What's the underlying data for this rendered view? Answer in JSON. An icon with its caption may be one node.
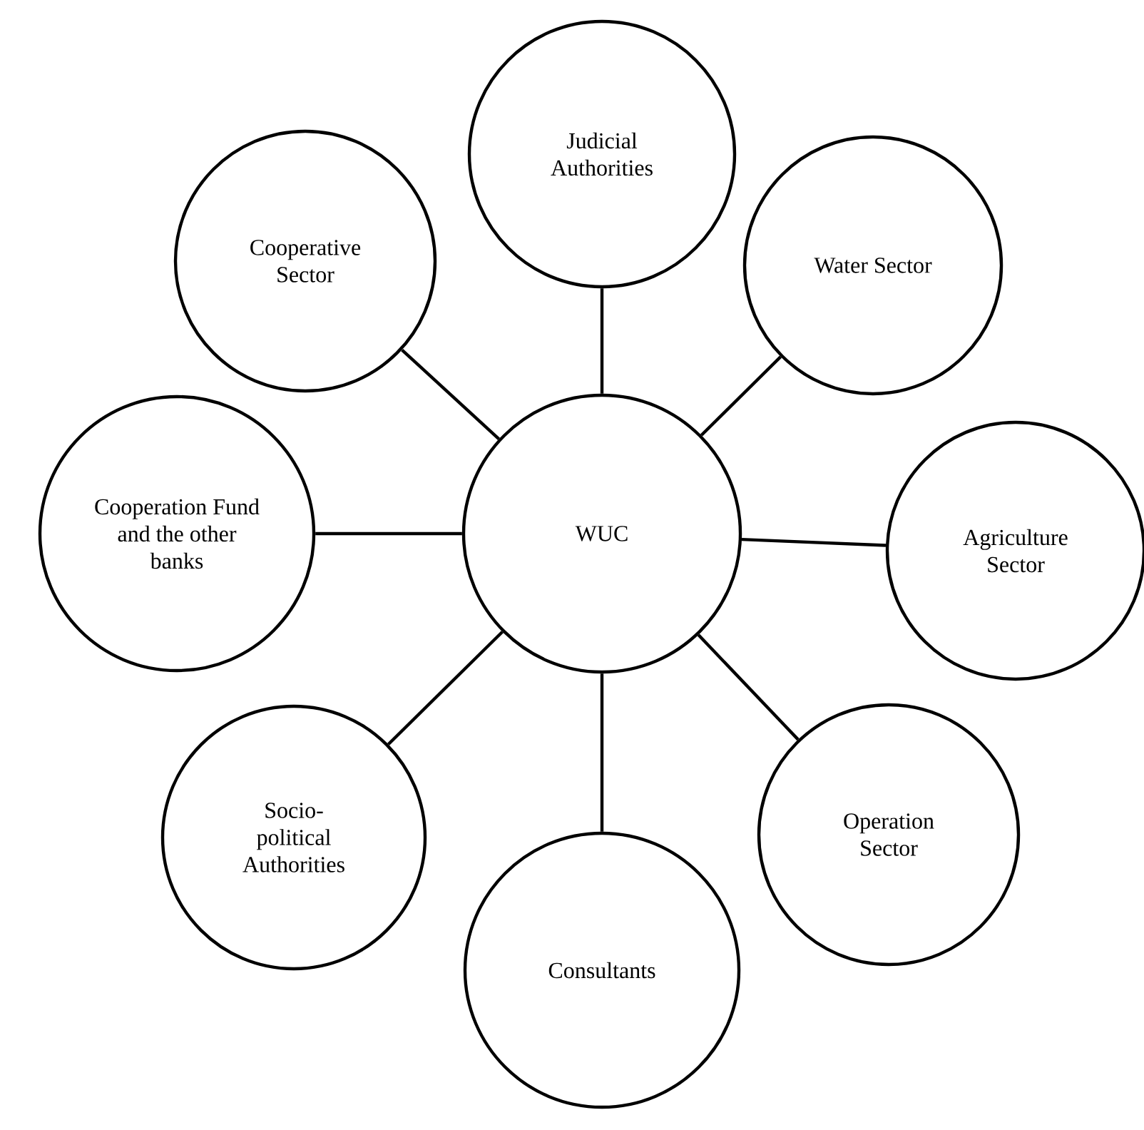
{
  "diagram": {
    "nodes": [
      {
        "text": [
          "WUC"
        ]
      },
      {
        "text": [
          "Judicial Authorities"
        ]
      },
      {
        "text": [
          "Water Sector"
        ]
      },
      {
        "text": [
          "Agriculture Sector"
        ]
      },
      {
        "text": [
          "Operation Sector"
        ]
      },
      {
        "text": [
          "Consultants"
        ]
      },
      {
        "text": [
          "Socio-political Authorities"
        ]
      },
      {
        "text": [
          "Cooperation Fund and the other banks"
        ]
      },
      {
        "text": [
          "Cooperative Sector"
        ]
      }
    ],
    "edges": [
      {
        "from": 0,
        "to": 1,
        "arrow": "none"
      },
      {
        "from": 0,
        "to": 2,
        "arrow": "none"
      },
      {
        "from": 0,
        "to": 3,
        "arrow": "none"
      },
      {
        "from": 0,
        "to": 4,
        "arrow": "none"
      },
      {
        "from": 0,
        "to": 5,
        "arrow": "none"
      },
      {
        "from": 0,
        "to": 6,
        "arrow": "none"
      },
      {
        "from": 0,
        "to": 7,
        "arrow": "none"
      },
      {
        "from": 0,
        "to": 8,
        "arrow": "none"
      }
    ]
  }
}
